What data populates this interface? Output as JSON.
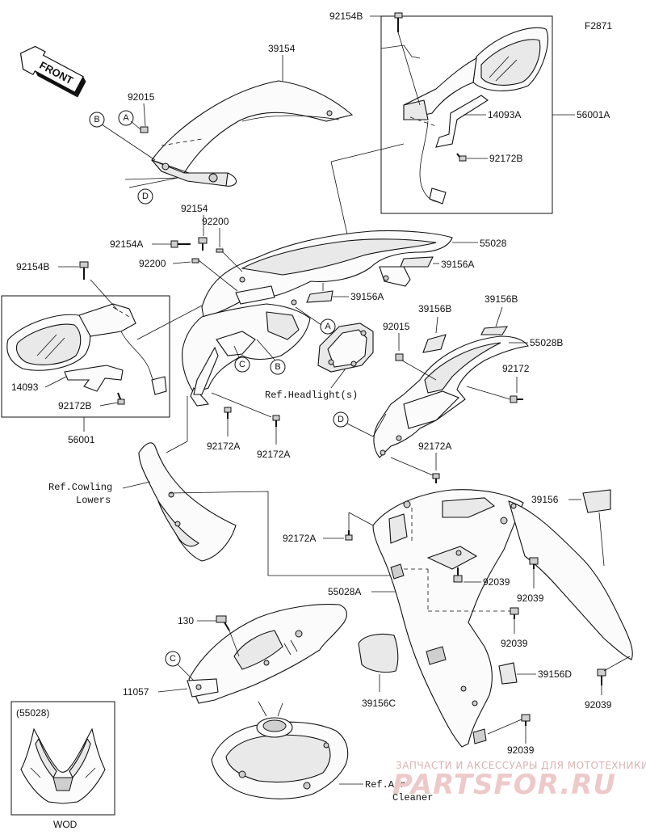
{
  "figure_code": "F2871",
  "front_label": "FRONT",
  "callouts": {
    "a": "A",
    "b": "B",
    "c": "C",
    "d": "D"
  },
  "labels": {
    "p39154": "39154",
    "p92015_top": "92015",
    "p92154B_top": "92154B",
    "p14093A": "14093A",
    "p56001A": "56001A",
    "p92172B_top": "92172B",
    "p92154": "92154",
    "p92200_top": "92200",
    "p92154A": "92154A",
    "p92200_mid": "92200",
    "p55028": "55028",
    "p39156A_top": "39156A",
    "p39156A_mid": "39156A",
    "p92154B_left": "92154B",
    "p14093": "14093",
    "p92172B_left": "92172B",
    "p56001": "56001",
    "p92172A_1": "92172A",
    "p92172A_2": "92172A",
    "ref_headlight": "Ref.Headlight(s)",
    "p39156B_1": "39156B",
    "p39156B_2": "39156B",
    "p92015_mid": "92015",
    "p55028B": "55028B",
    "p92172_right": "92172",
    "p92172A_3": "92172A",
    "ref_cowling_1": "Ref.Cowling",
    "ref_cowling_2": "Lowers",
    "p39156": "39156",
    "p92172A_4": "92172A",
    "p92039_1": "92039",
    "p92039_2": "92039",
    "p55028A": "55028A",
    "p92039_3": "92039",
    "p130": "130",
    "p39156D": "39156D",
    "p11057": "11057",
    "p39156C": "39156C",
    "p92039_4": "92039",
    "p92039_5": "92039",
    "inset_ref": "(55028)",
    "inset_code": "WOD",
    "ref_air_1": "Ref.Air",
    "ref_air_2": "Cleaner"
  },
  "watermark": {
    "line1": "ЗАПЧАСТИ И АКСЕССУАРЫ ДЛЯ МОТОТЕХНИКИ",
    "line2": "PARTSFOR.RU"
  }
}
